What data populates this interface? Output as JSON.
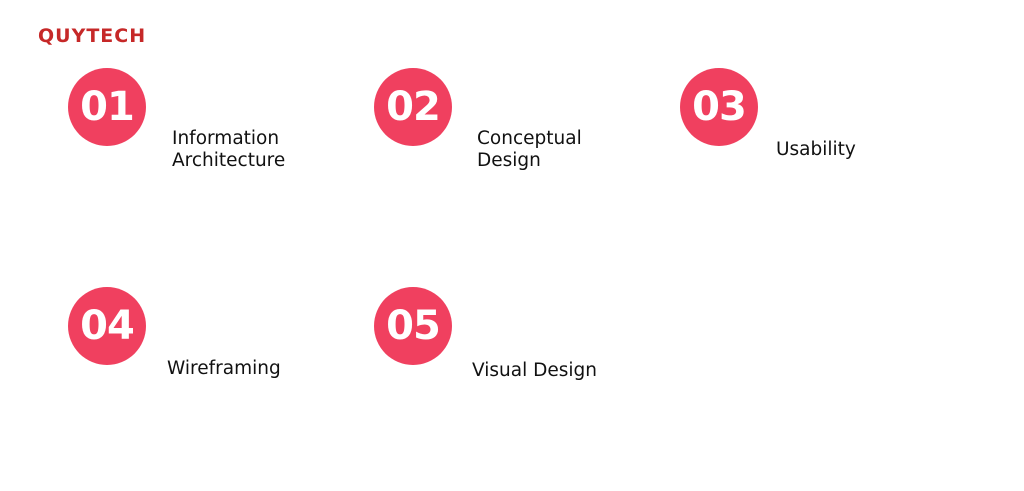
{
  "logo": {
    "text": "QUYTECH"
  },
  "steps": [
    {
      "number": "01",
      "label_line1": "Information",
      "label_line2": "Architecture"
    },
    {
      "number": "02",
      "label_line1": "Conceptual",
      "label_line2": "Design"
    },
    {
      "number": "03",
      "label_line1": "Usability"
    },
    {
      "number": "04",
      "label_line1": "Wireframing"
    },
    {
      "number": "05",
      "label_line1": "Visual Design"
    }
  ],
  "colors": {
    "brand": "#c62828",
    "badge": "#f0405f",
    "badge_text": "#ffffff",
    "label_text": "#111111",
    "background": "#ffffff"
  }
}
